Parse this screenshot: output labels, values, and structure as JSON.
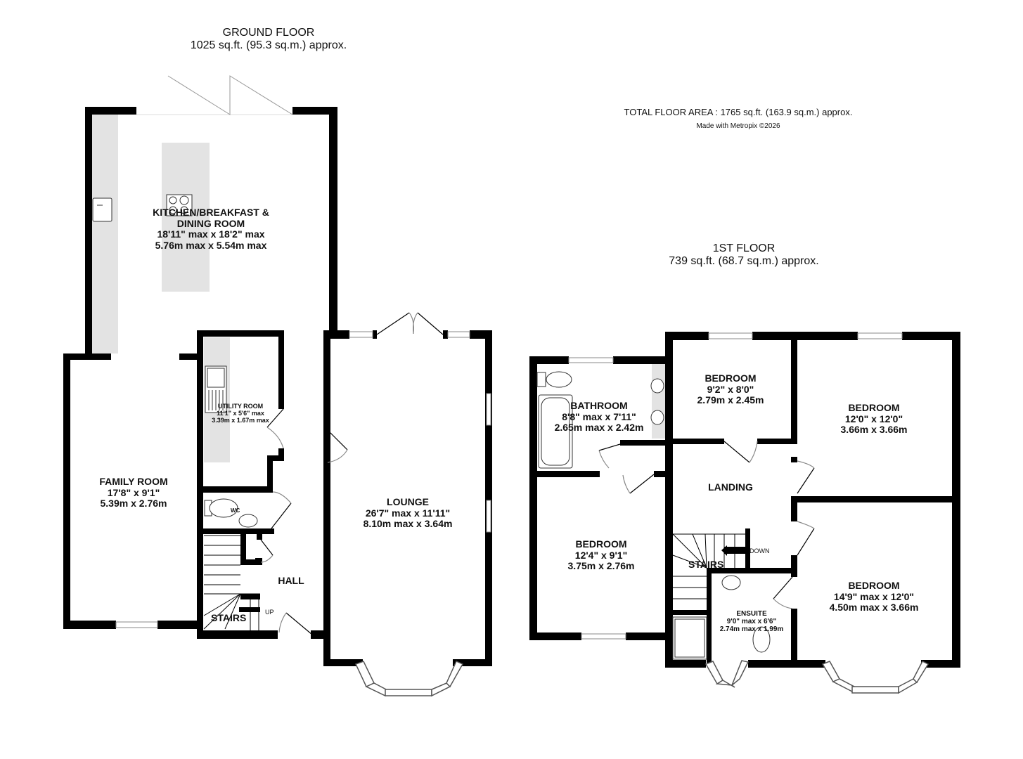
{
  "ground_floor": {
    "title": "GROUND FLOOR",
    "area": "1025 sq.ft. (95.3 sq.m.) approx.",
    "rooms": {
      "kitchen": {
        "name": "KITCHEN/BREAKFAST &",
        "name2": "DINING ROOM",
        "imperial": "18'11\" max x 18'2\" max",
        "metric": "5.76m max x 5.54m max"
      },
      "utility": {
        "name": "UTILITY ROOM",
        "imperial": "11'1\"  x 5'6\" max",
        "metric": "3.39m  x 1.67m max"
      },
      "family": {
        "name": "FAMILY ROOM",
        "imperial": "17'8\"  x 9'1\"",
        "metric": "5.39m  x 2.76m"
      },
      "lounge": {
        "name": "LOUNGE",
        "imperial": "26'7\" max x 11'11\"",
        "metric": "8.10m max x 3.64m"
      },
      "hall": {
        "name": "HALL"
      },
      "wc": {
        "name": "WC"
      },
      "stairs": {
        "name": "STAIRS",
        "direction": "UP"
      }
    }
  },
  "first_floor": {
    "title": "1ST FLOOR",
    "area": "739 sq.ft. (68.7 sq.m.) approx.",
    "rooms": {
      "bathroom": {
        "name": "BATHROOM",
        "imperial": "8'8\" max x 7'11\"",
        "metric": "2.65m max x 2.42m"
      },
      "bedroom_small": {
        "name": "BEDROOM",
        "imperial": "9'2\"  x 8'0\"",
        "metric": "2.79m  x 2.45m"
      },
      "bedroom_back_right": {
        "name": "BEDROOM",
        "imperial": "12'0\"  x 12'0\"",
        "metric": "3.66m  x 3.66m"
      },
      "landing": {
        "name": "LANDING"
      },
      "bedroom_front_left": {
        "name": "BEDROOM",
        "imperial": "12'4\"  x 9'1\"",
        "metric": "3.75m  x 2.76m"
      },
      "bedroom_front_right": {
        "name": "BEDROOM",
        "imperial": "14'9\" max x 12'0\"",
        "metric": "4.50m max x 3.66m"
      },
      "ensuite": {
        "name": "ENSUITE",
        "imperial": "9'0\" max x 6'6\"",
        "metric": "2.74m max x 1.99m"
      },
      "stairs": {
        "name": "STAIRS",
        "direction": "DOWN"
      }
    }
  },
  "summary": {
    "total": "TOTAL FLOOR AREA : 1765 sq.ft. (163.9 sq.m.) approx.",
    "credit": "Made with Metropix ©2026"
  },
  "colors": {
    "wall": "#000000",
    "counter": "#e3e3e3",
    "window": "#ffffff",
    "line": "#999999"
  }
}
